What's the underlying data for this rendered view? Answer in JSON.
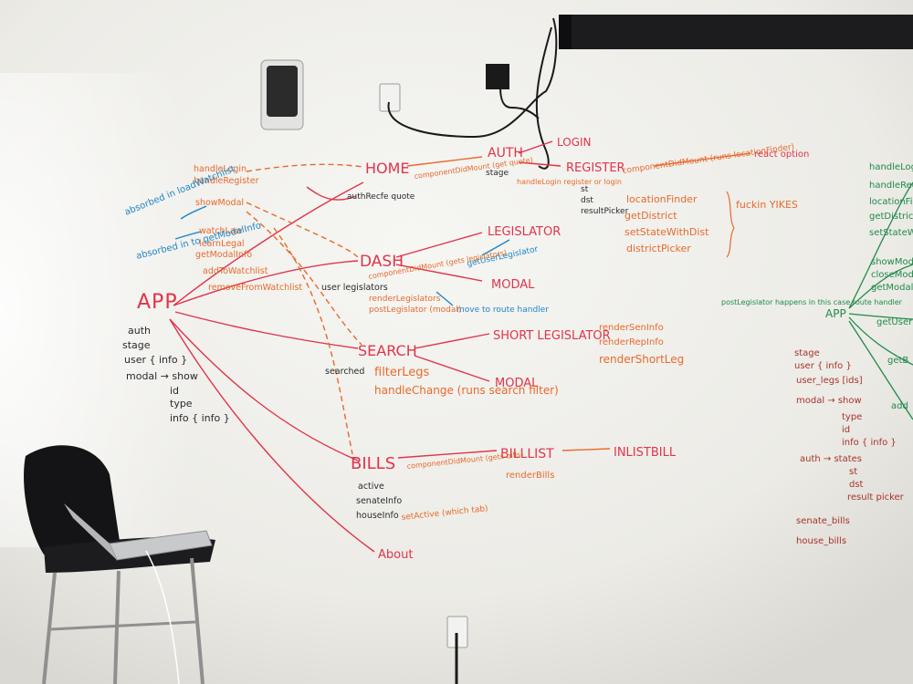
{
  "photo": {
    "subject": "whiteboard-diagram",
    "colors": {
      "wall": "#efeeea",
      "red": "#e0344a",
      "orange": "#e86a2c",
      "black": "#2a2a2e",
      "blue": "#1f86c8",
      "green": "#1f8a4a"
    }
  },
  "left_diagram": {
    "app": "APP",
    "home": "HOME",
    "auth": "AUTH",
    "login": "LOGIN",
    "register": "REGISTER",
    "dash": "DASH",
    "legislator": "LEGISLATOR",
    "modal1": "MODAL",
    "search": "SEARCH",
    "short_legislator": "SHORT LEGISLATOR",
    "modal2": "MODAL",
    "bills": "BILLS",
    "billlist": "BILLLIST",
    "inlistbill": "INLISTBILL",
    "about": "About",
    "app_state": [
      "auth",
      "stage",
      "user { info }",
      "modal → show",
      "id",
      "type",
      "info { info }"
    ],
    "app_methods": [
      "handleLogin",
      "handleRegister",
      "showModal",
      "watchLaw",
      "learnLegal",
      "getModalInfo",
      "addToWatchlist",
      "removeFromWatchlist"
    ],
    "blue_notes": [
      "absorbed in loadWatchlist",
      "absorbed in to getModalInfo"
    ],
    "home_notes": [
      "componentDidMount (get quote)",
      "authRecfe quote"
    ],
    "auth_notes": [
      "stage",
      "handleLogin register or login"
    ],
    "register_notes": [
      "componentDidMount (runs locationFinder)",
      "react option",
      "st",
      "dst",
      "resultPicker",
      "locationFinder",
      "getDistrict",
      "setStateWithDist",
      "districtPicker",
      "fuckin YIKES"
    ],
    "dash_notes": [
      "user legislators",
      "componentDidMount (gets legislators)",
      "renderLegislators",
      "postLegislator (modal)",
      "getUserLegislator",
      "move to route handler"
    ],
    "search_notes": [
      "searched",
      "filterLegs",
      "handleChange (runs search filter)"
    ],
    "short_notes": [
      "renderSenInfo",
      "renderRepInfo",
      "renderShortLeg"
    ],
    "bills_notes": [
      "active",
      "senateInfo",
      "houseInfo",
      "setActive (which tab)",
      "componentDidMount (gets bills)",
      "renderBills"
    ]
  },
  "right_diagram": {
    "app": "APP",
    "methods": [
      "handleLogin",
      "handleRegister",
      "locationFinder",
      "getDistrict",
      "setStateWithDist"
    ],
    "modal_methods": [
      "showModal",
      "closeModal",
      "getModal"
    ],
    "note": "postLegislator happens in this case route handler",
    "calls": [
      "getUserLeg",
      "getB",
      "add"
    ],
    "state": [
      "stage",
      "user { info }",
      "user_legs [ids]",
      "modal → show",
      "type",
      "id",
      "info { info }",
      "auth → states",
      "st",
      "dst",
      "result picker",
      "senate_bills",
      "house_bills"
    ]
  }
}
